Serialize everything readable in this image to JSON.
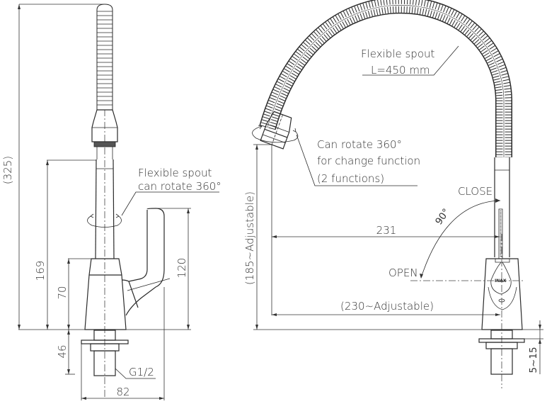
{
  "drawing": {
    "title": "Kitchen faucet with flexible spout - dimension drawing",
    "side_view": {
      "dimensions": {
        "total_height": "(325)",
        "spout_height": "169",
        "body_height": "70",
        "handle_height": "120",
        "shank_length": "46",
        "base_width": "82"
      },
      "labels": {
        "spout_note_line1": "Flexible spout",
        "spout_note_line2": "can rotate 360°",
        "thread": "G1/2"
      }
    },
    "front_view": {
      "dimensions": {
        "outlet_height": "(185~Adjustable)",
        "reach": "231",
        "reach_adjustable": "(230~Adjustable)",
        "deck_thickness": "5~15",
        "handle_angle": "90°"
      },
      "labels": {
        "spout_note_line1": "Flexible spout",
        "spout_note_line2": "L=450 mm",
        "rotate_note_line1": "Can rotate 360°",
        "rotate_note_line2": "for change function",
        "rotate_note_line3": "(2 functions)",
        "close": "CLOSE",
        "open": "OPEN",
        "brand": "INAX"
      }
    },
    "colors": {
      "line": "#2a2a2a",
      "background": "#ffffff"
    }
  }
}
